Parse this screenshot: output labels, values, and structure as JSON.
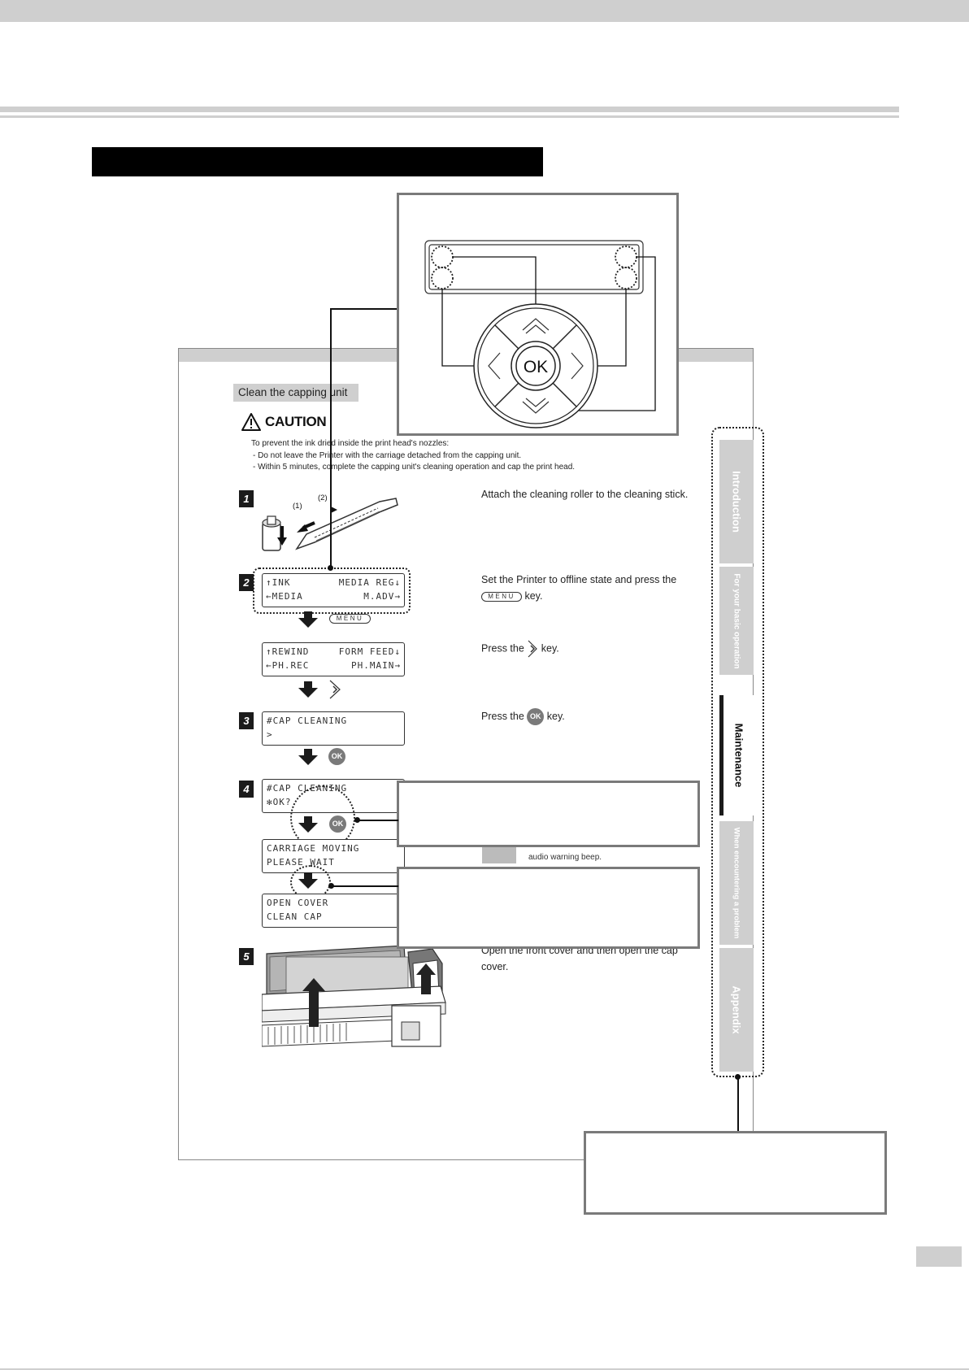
{
  "page": {
    "section_heading": "Clean the capping unit",
    "caution": {
      "title": "CAUTION",
      "lines": [
        "To prevent the ink dried inside the print head's nozzles:",
        "-  Do not leave the Printer with the carriage detached from the capping unit.",
        "-  Within 5 minutes, complete the capping unit's cleaning operation and cap the print head."
      ]
    },
    "steps": [
      {
        "number": "1",
        "text": "Attach the cleaning roller to the cleaning stick.",
        "labels": [
          "(1)",
          "(2)"
        ]
      },
      {
        "number": "2",
        "text_before": "Set the Printer to offline state and press the",
        "text_after": "key.",
        "key": "MENU"
      },
      {
        "number": "",
        "text_before": "Press the",
        "text_after": "key."
      },
      {
        "number": "3",
        "text_before": "Press the",
        "text_after": "key.",
        "key": "OK"
      },
      {
        "number": "4",
        "text": "audio warning beep."
      },
      {
        "number": "5",
        "text_line1": "Open the front cover and then open the cap",
        "text_line2": "cover."
      }
    ],
    "lcd_screens": {
      "menu": {
        "tl": "↑INK",
        "tr": "MEDIA REG↓",
        "bl": "←MEDIA",
        "br": "M.ADV→"
      },
      "sub": {
        "tl": "↑REWIND",
        "tr": "FORM FEED↓",
        "bl": "←PH.REC",
        "br": "PH.MAIN→"
      },
      "cap1": {
        "l1": "#CAP CLEANING",
        "l2": ">"
      },
      "cap2": {
        "l1": "#CAP CLEANING",
        "l2": "✻OK?"
      },
      "carriage": {
        "l1": "CARRIAGE MOVING",
        "l2": "PLEASE WAIT"
      },
      "open": {
        "l1": "OPEN COVER",
        "l2": "CLEAN CAP"
      }
    },
    "keys": {
      "menu": "MENU",
      "ok": "OK"
    }
  },
  "side_tabs": [
    {
      "label": "Introduction"
    },
    {
      "label": "For your basic operation"
    },
    {
      "label": "Maintenance",
      "active": true
    },
    {
      "label": "When encountering a problem"
    },
    {
      "label": "Appendix"
    }
  ],
  "control_panel": {
    "ok_label": "OK"
  }
}
